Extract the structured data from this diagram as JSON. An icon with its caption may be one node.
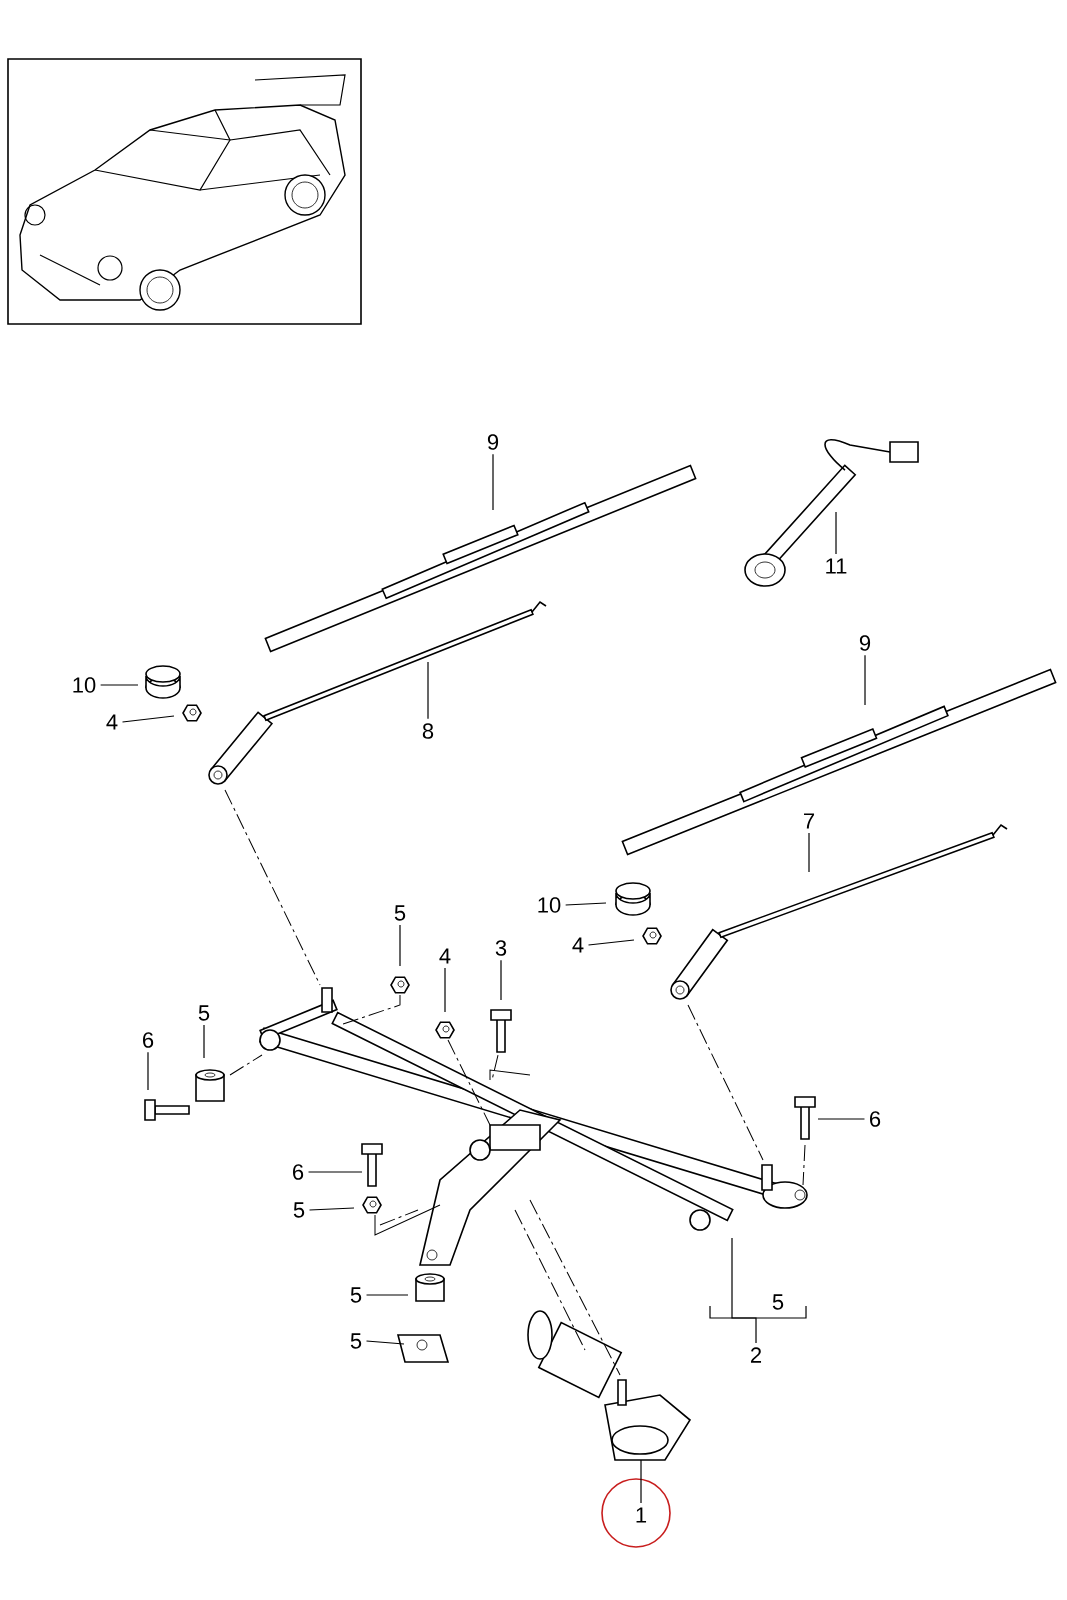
{
  "diagram": {
    "nodes": [
      {
        "text": [
          "9"
        ]
      },
      {
        "text": [
          "11"
        ]
      },
      {
        "text": [
          "9"
        ]
      },
      {
        "text": [
          "10"
        ]
      },
      {
        "text": [
          "4"
        ]
      },
      {
        "text": [
          "8"
        ]
      },
      {
        "text": [
          "7"
        ]
      },
      {
        "text": [
          "10"
        ]
      },
      {
        "text": [
          "5"
        ]
      },
      {
        "text": [
          "4"
        ]
      },
      {
        "text": [
          "4"
        ]
      },
      {
        "text": [
          "3"
        ]
      },
      {
        "text": [
          "6"
        ]
      },
      {
        "text": [
          "5"
        ]
      },
      {
        "text": [
          "6"
        ]
      },
      {
        "text": [
          "6"
        ]
      },
      {
        "text": [
          "5"
        ]
      },
      {
        "text": [
          "5"
        ]
      },
      {
        "text": [
          "5"
        ]
      },
      {
        "text": [
          "2"
        ]
      },
      {
        "text": [
          "1"
        ]
      }
    ],
    "edges": [
      {
        "from": 0,
        "to": null,
        "arrow": "none"
      },
      {
        "from": 1,
        "to": null,
        "arrow": "none"
      },
      {
        "from": 2,
        "to": null,
        "arrow": "none"
      },
      {
        "from": 3,
        "to": null,
        "arrow": "none"
      },
      {
        "from": 4,
        "to": null,
        "arrow": "none"
      },
      {
        "from": 5,
        "to": null,
        "arrow": "none"
      },
      {
        "from": 6,
        "to": null,
        "arrow": "none"
      },
      {
        "from": 7,
        "to": null,
        "arrow": "none"
      },
      {
        "from": 8,
        "to": null,
        "arrow": "none"
      },
      {
        "from": 9,
        "to": null,
        "arrow": "none"
      },
      {
        "from": 10,
        "to": null,
        "arrow": "none"
      },
      {
        "from": 11,
        "to": null,
        "arrow": "none"
      },
      {
        "from": 12,
        "to": null,
        "arrow": "none"
      },
      {
        "from": 13,
        "to": null,
        "arrow": "none"
      },
      {
        "from": 14,
        "to": null,
        "arrow": "none"
      },
      {
        "from": 15,
        "to": null,
        "arrow": "none"
      },
      {
        "from": 16,
        "to": null,
        "arrow": "none"
      },
      {
        "from": 17,
        "to": null,
        "arrow": "none"
      },
      {
        "from": 18,
        "to": null,
        "arrow": "none"
      },
      {
        "from": 19,
        "to": null,
        "arrow": "none"
      },
      {
        "from": 20,
        "to": null,
        "arrow": "none"
      }
    ],
    "labels": [
      "5"
    ]
  }
}
